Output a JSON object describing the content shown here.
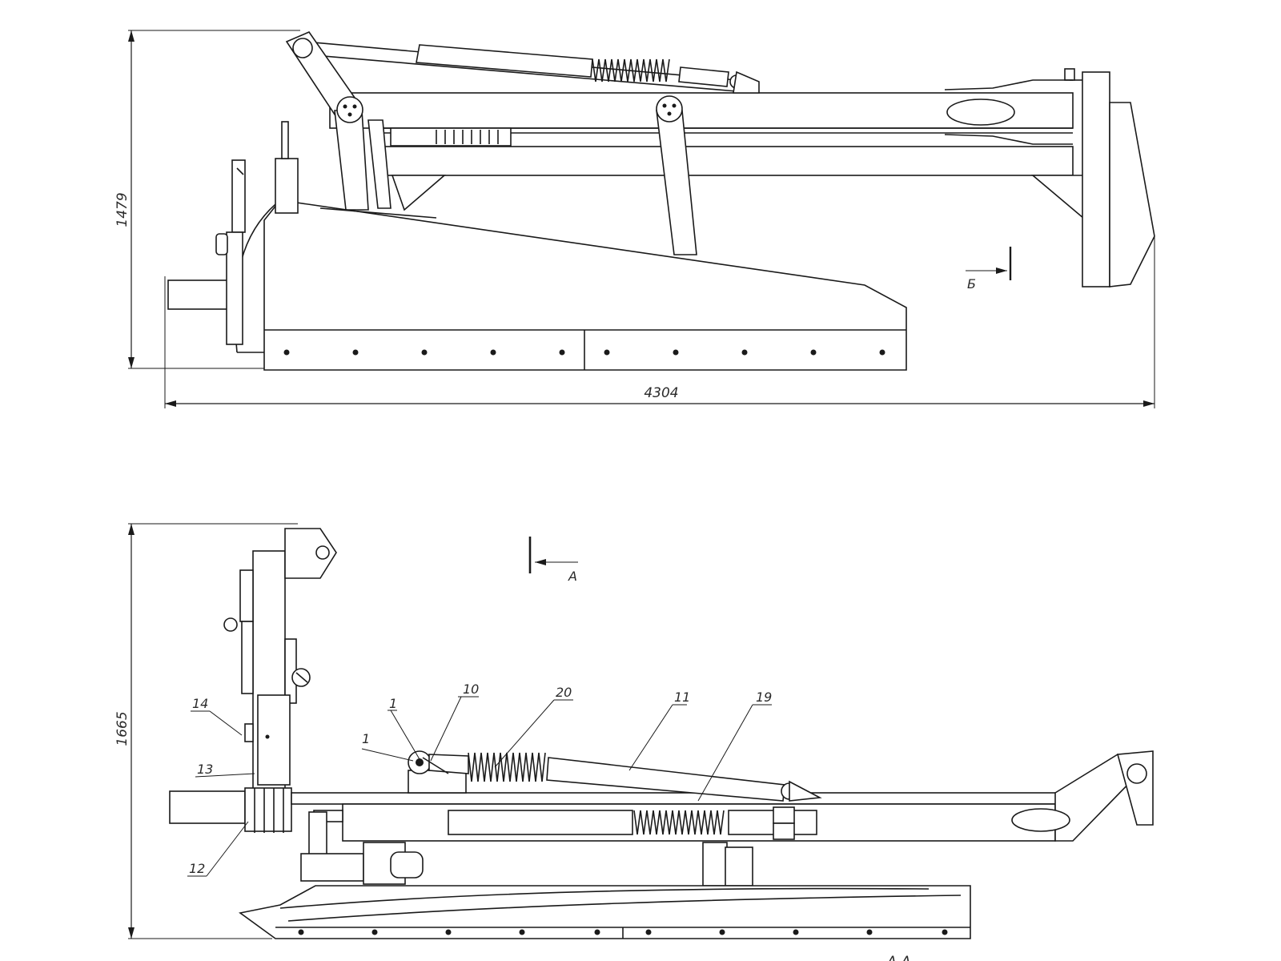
{
  "top_view": {
    "dim_height": "1479",
    "dim_width": "4304",
    "section_mark": "Б"
  },
  "bottom_view": {
    "dim_height": "1665",
    "section_mark": "А",
    "callouts": [
      "1",
      "1",
      "10",
      "20",
      "11",
      "19",
      "14",
      "13",
      "12"
    ]
  },
  "footer": {
    "section_label": "А-А"
  }
}
